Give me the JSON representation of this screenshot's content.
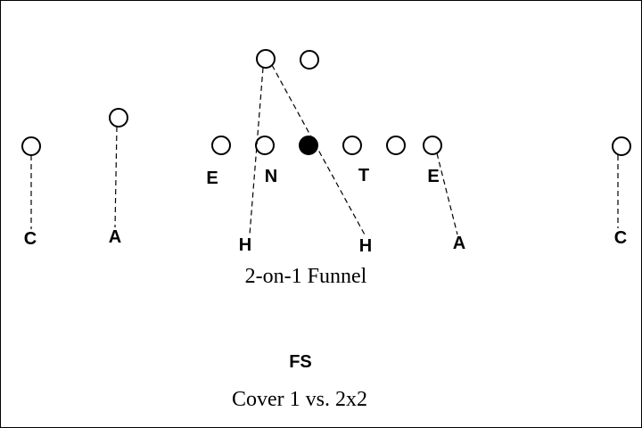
{
  "diagram": {
    "caption_funnel": "2-on-1 Funnel",
    "caption_coverage": "Cover 1 vs. 2x2",
    "labels": {
      "c_left": "C",
      "a_left": "A",
      "e_left": "E",
      "n": "N",
      "h_left": "H",
      "t": "T",
      "e_right": "E",
      "h_right": "H",
      "a_right": "A",
      "c_right": "C",
      "fs": "FS"
    },
    "colors": {
      "ink": "#000000",
      "background": "#ffffff"
    }
  }
}
